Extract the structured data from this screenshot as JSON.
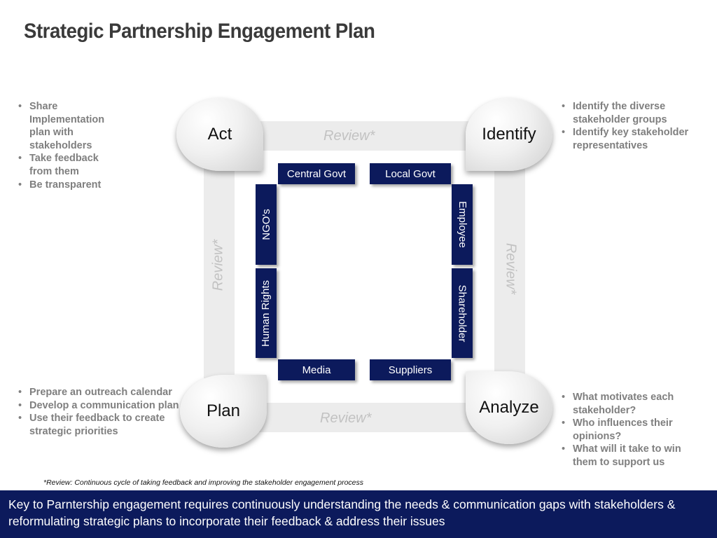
{
  "title": "Strategic Partnership Engagement Plan",
  "phases": {
    "act": "Act",
    "identify": "Identify",
    "plan": "Plan",
    "analyze": "Analyze"
  },
  "review_label": "Review*",
  "notes": {
    "act": [
      "Share Implementation plan with stakeholders",
      "Take feedback from them",
      "Be transparent"
    ],
    "identify": [
      "Identify the diverse stakeholder groups",
      " Identify key stakeholder representatives"
    ],
    "plan": [
      "Prepare an outreach calendar",
      "Develop a communication plan",
      "Use their feedback to create strategic priorities"
    ],
    "analyze": [
      "What motivates each stakeholder?",
      "Who influences their opinions?",
      "What will it take to win them to support us"
    ]
  },
  "stakeholders": {
    "central_govt": "Central Govt",
    "local_govt": "Local Govt",
    "ngos": "NGO's",
    "human_rights": "Human Rights",
    "employee": "Employee",
    "shareholder": "Shareholder",
    "media": "Media",
    "suppliers": "Suppliers"
  },
  "footnote": "*Review: Continuous cycle of taking feedback and improving the stakeholder engagement process",
  "banner": "Key to Parntership engagement requires continuously understanding the needs & communication gaps with stakeholders & reformulating strategic plans to incorporate their feedback & address their issues"
}
